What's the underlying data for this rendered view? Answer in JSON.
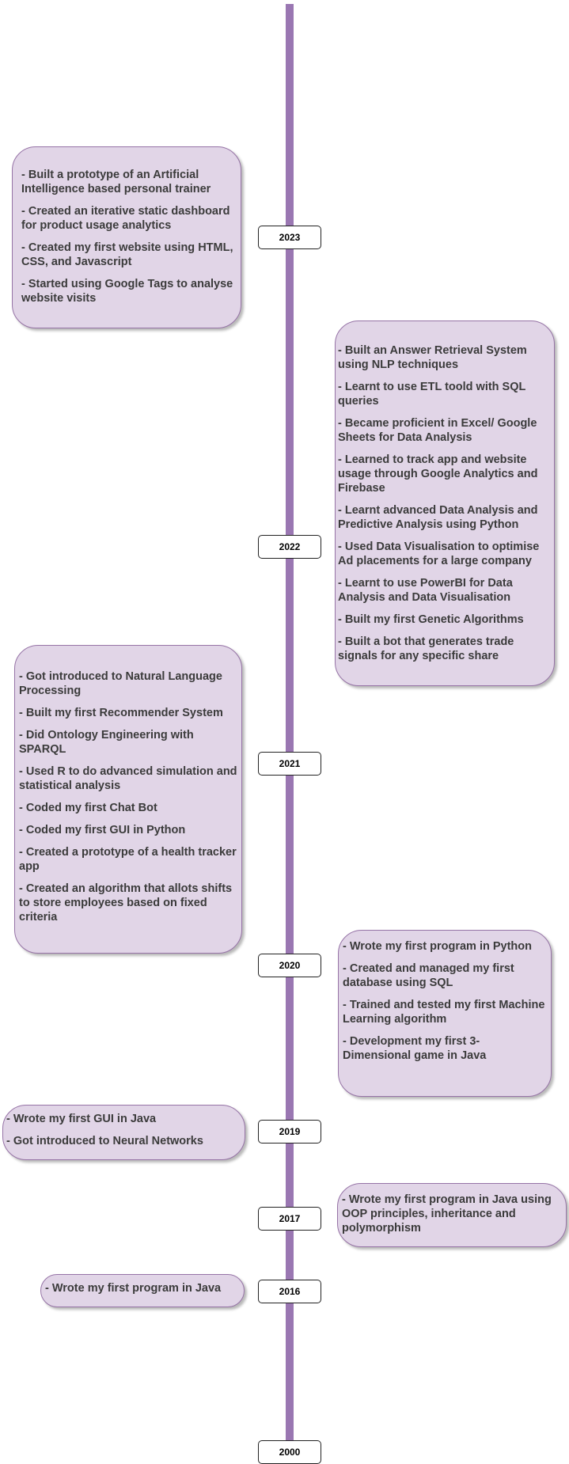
{
  "years": [
    {
      "label": "2023",
      "items": [
        "- Built a prototype of an Artificial Intelligence based personal trainer",
        "- Created an iterative static dashboard for product usage analytics",
        "- Created my first website using HTML, CSS, and Javascript",
        "- Started using Google Tags  to analyse website visits"
      ]
    },
    {
      "label": "2022",
      "items": [
        "- Built an Answer Retrieval System using NLP techniques",
        "- Learnt to use ETL toold with SQL queries",
        "- Became proficient in Excel/ Google Sheets for Data Analysis",
        "- Learned to track app and website usage through Google Analytics and Firebase",
        "- Learnt advanced Data Analysis and Predictive Analysis using Python",
        "- Used Data Visualisation to optimise Ad placements for a large company",
        "- Learnt to use PowerBI for Data Analysis and Data Visualisation",
        "- Built my first Genetic Algorithms",
        "- Built a bot that generates trade signals for any specific share"
      ]
    },
    {
      "label": "2021",
      "items": [
        "- Got introduced to Natural Language Processing",
        "- Built my first Recommender System",
        "- Did Ontology Engineering with SPARQL",
        "- Used R to do advanced simulation and statistical analysis",
        "- Coded my first Chat Bot",
        "- Coded my first GUI in Python",
        "- Created a prototype of a health tracker app",
        "- Created an algorithm that allots shifts to store employees based on fixed criteria"
      ]
    },
    {
      "label": "2020",
      "items": [
        "- Wrote my first program in Python",
        "- Created and managed my first database using SQL",
        "- Trained and tested my first Machine Learning algorithm",
        "- Development my first 3-Dimensional game in Java"
      ]
    },
    {
      "label": "2019",
      "items": [
        "- Wrote my first GUI in Java",
        "- Got introduced to Neural Networks"
      ]
    },
    {
      "label": "2017",
      "items": [
        "- Wrote my first program in Java using OOP principles, inheritance and polymorphism"
      ]
    },
    {
      "label": "2016",
      "items": [
        "- Wrote my first program in Java"
      ]
    },
    {
      "label": "2000",
      "items": []
    }
  ],
  "colors": {
    "line": "#9a77b2",
    "card_fill": "#e1d5e7",
    "card_border": "#9673a6",
    "card_text": "#3b3b3b"
  }
}
